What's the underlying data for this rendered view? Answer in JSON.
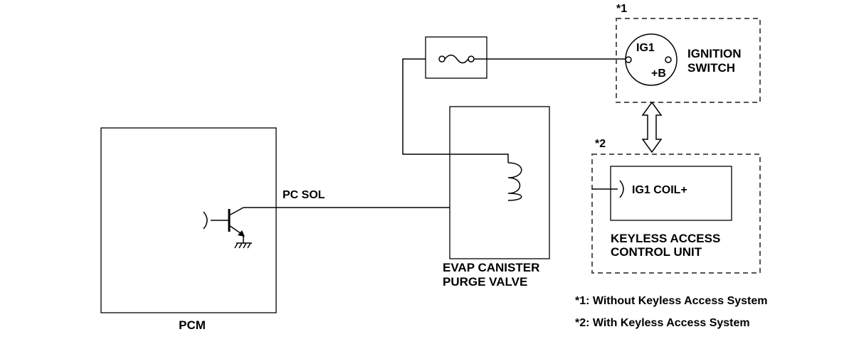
{
  "labels": {
    "pcm": "PCM",
    "pc_sol": "PC SOL",
    "evap_line1": "EVAP CANISTER",
    "evap_line2": "PURGE VALVE",
    "ig1": "IG1",
    "plus_b": "+B",
    "ignition_line1": "IGNITION",
    "ignition_line2": "SWITCH",
    "note1_marker": "*1",
    "note2_marker": "*2",
    "ig1_coil": "IG1 COIL+",
    "keyless_line1": "KEYLESS ACCESS",
    "keyless_line2": "CONTROL UNIT"
  },
  "notes": [
    "*1: Without Keyless Access System",
    "*2: With Keyless Access System"
  ]
}
